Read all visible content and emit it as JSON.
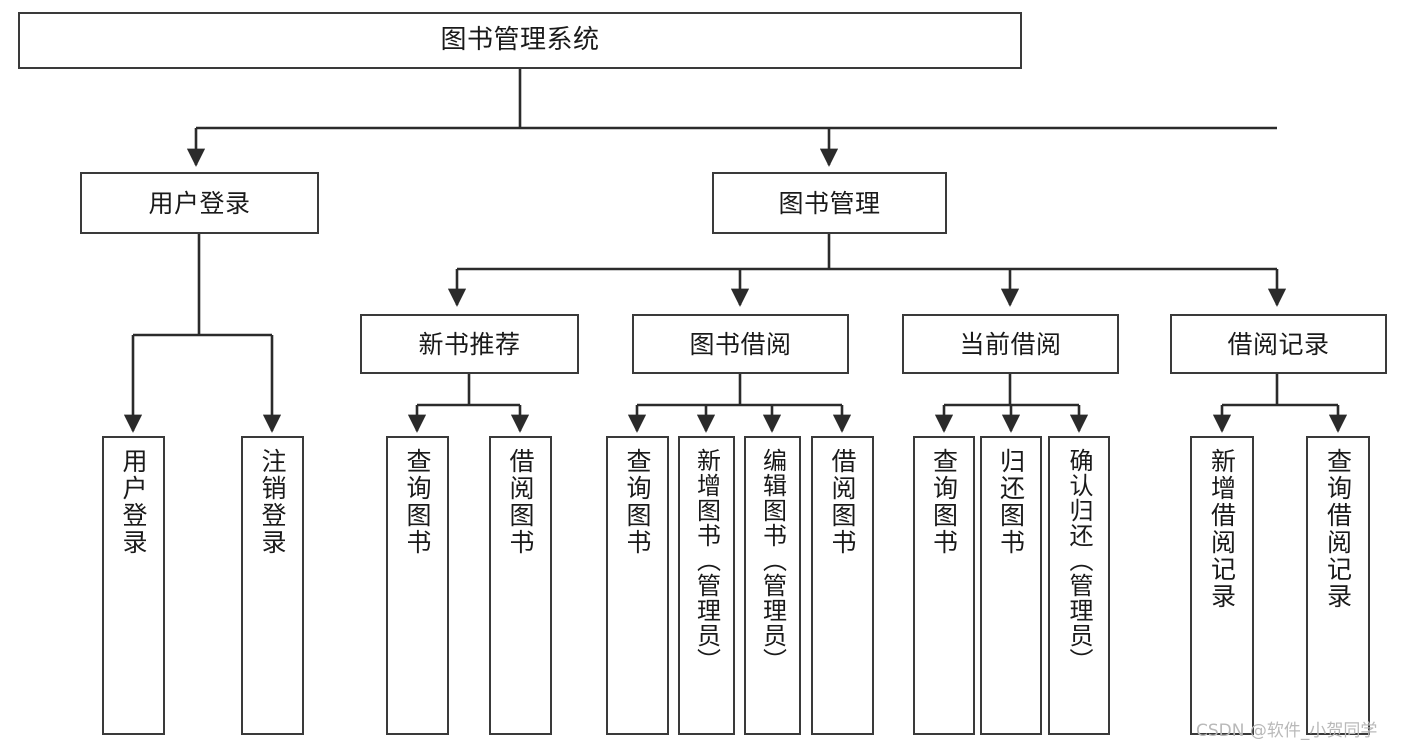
{
  "diagram": {
    "title": "图书管理系统",
    "type": "tree-hierarchy-function-structure",
    "watermark": "CSDN @软件_小贺同学",
    "colors": {
      "border": "#3a3a3a",
      "background": "#ffffff",
      "text": "#1a1a1a",
      "edge": "#2b2b2b",
      "watermark": "#b9b9b9"
    },
    "nodes": {
      "root": {
        "label": "图书管理系统",
        "orientation": "horizontal"
      },
      "level1": [
        {
          "id": "user-login",
          "label": "用户登录",
          "orientation": "horizontal"
        },
        {
          "id": "book-manage",
          "label": "图书管理",
          "orientation": "horizontal"
        }
      ],
      "level2": [
        {
          "id": "new-book-recommend",
          "label": "新书推荐",
          "orientation": "horizontal"
        },
        {
          "id": "book-borrow",
          "label": "图书借阅",
          "orientation": "horizontal"
        },
        {
          "id": "current-borrow",
          "label": "当前借阅",
          "orientation": "horizontal"
        },
        {
          "id": "borrow-record",
          "label": "借阅记录",
          "orientation": "horizontal"
        }
      ],
      "leaves": [
        {
          "id": "leaf-user-login",
          "label": "用户登录",
          "parent": "user-login",
          "orientation": "vertical"
        },
        {
          "id": "leaf-logout-login",
          "label": "注销登录",
          "parent": "user-login",
          "orientation": "vertical"
        },
        {
          "id": "leaf-query-book-1",
          "label": "查询图书",
          "parent": "new-book-recommend",
          "orientation": "vertical"
        },
        {
          "id": "leaf-borrow-book-1",
          "label": "借阅图书",
          "parent": "new-book-recommend",
          "orientation": "vertical"
        },
        {
          "id": "leaf-query-book-2",
          "label": "查询图书",
          "parent": "book-borrow",
          "orientation": "vertical"
        },
        {
          "id": "leaf-add-book",
          "label": "新增图书（管理员）",
          "parent": "book-borrow",
          "orientation": "vertical"
        },
        {
          "id": "leaf-edit-book",
          "label": "编辑图书（管理员）",
          "parent": "book-borrow",
          "orientation": "vertical"
        },
        {
          "id": "leaf-borrow-book-2",
          "label": "借阅图书",
          "parent": "book-borrow",
          "orientation": "vertical"
        },
        {
          "id": "leaf-query-book-3",
          "label": "查询图书",
          "parent": "current-borrow",
          "orientation": "vertical"
        },
        {
          "id": "leaf-return-book",
          "label": "归还图书",
          "parent": "current-borrow",
          "orientation": "vertical"
        },
        {
          "id": "leaf-confirm-return",
          "label": "确认归还（管理员）",
          "parent": "current-borrow",
          "orientation": "vertical"
        },
        {
          "id": "leaf-add-record",
          "label": "新增借阅记录",
          "parent": "borrow-record",
          "orientation": "vertical"
        },
        {
          "id": "leaf-query-record",
          "label": "查询借阅记录",
          "parent": "borrow-record",
          "orientation": "vertical"
        }
      ]
    }
  }
}
